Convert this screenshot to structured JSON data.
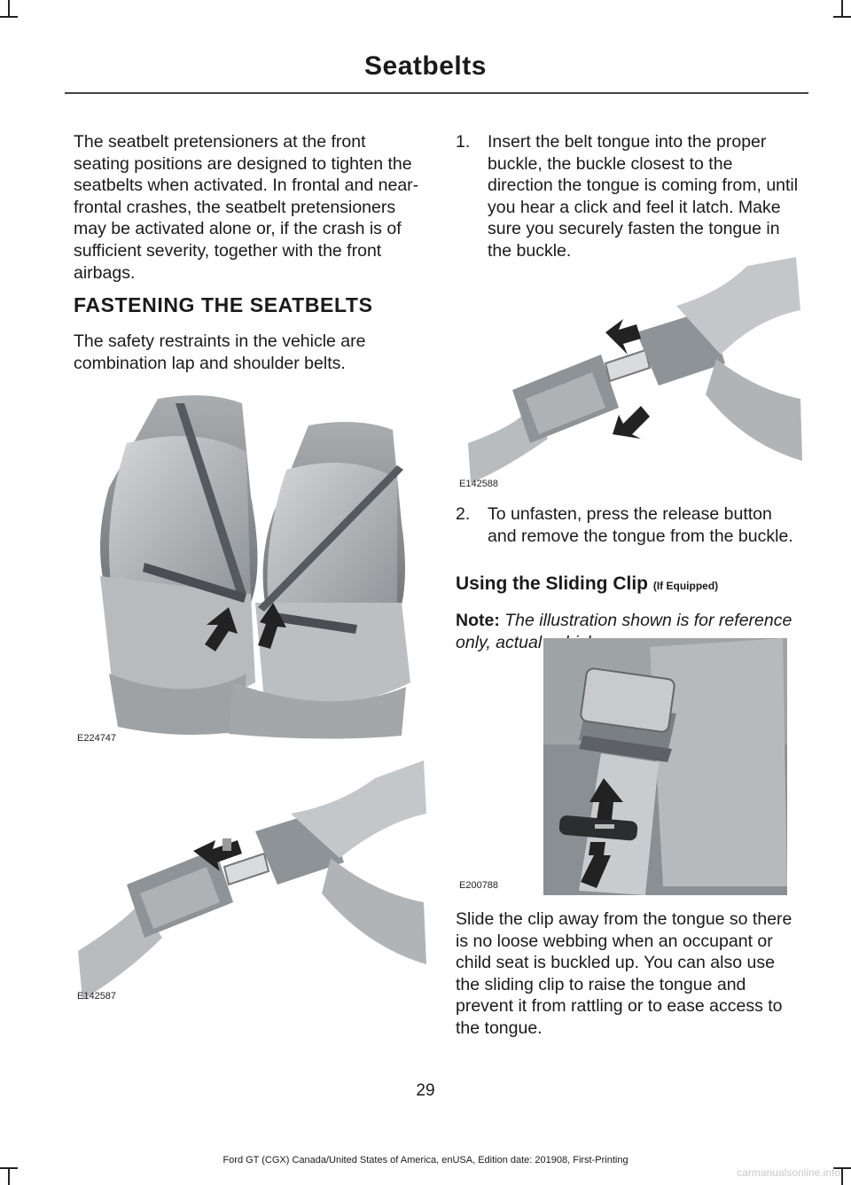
{
  "header": {
    "title": "Seatbelts"
  },
  "left": {
    "intro": "The seatbelt pretensioners at the front seating positions are designed to tighten the seatbelts when activated. In frontal and near-frontal crashes, the seatbelt pretensioners may be activated alone or, if the crash is of sufficient severity, together with the front airbags.",
    "heading": "FASTENING THE SEATBELTS",
    "restraints": "The safety restraints in the vehicle are combination lap and shoulder belts.",
    "fig1_code": "E224747",
    "fig2_code": "E142587"
  },
  "right": {
    "step1_num": "1.",
    "step1_text": "Insert the belt tongue into the proper buckle, the buckle closest to the direction the tongue is coming from, until you hear a click and feel it latch. Make sure you securely fasten the tongue in the buckle.",
    "fig3_code": "E142588",
    "step2_num": "2.",
    "step2_text": "To unfasten, press the release button and remove the tongue from the buckle.",
    "subheading": "Using the Sliding Clip",
    "subheading_small": "(If Equipped)",
    "note_label": "Note:",
    "note_text": "The illustration shown is for reference only, actual vehicle may vary.",
    "fig4_code": "E200788",
    "slide_text": "Slide the clip away from the tongue so there is no loose webbing when an occupant or child seat is buckled up. You can also use the sliding clip to raise the tongue and prevent it from rattling or to ease access to the tongue."
  },
  "footer": {
    "page_number": "29",
    "edition": "Ford GT (CGX) Canada/United States of America, enUSA, Edition date: 201908, First-Printing"
  },
  "watermark": "carmanualsonline.info"
}
